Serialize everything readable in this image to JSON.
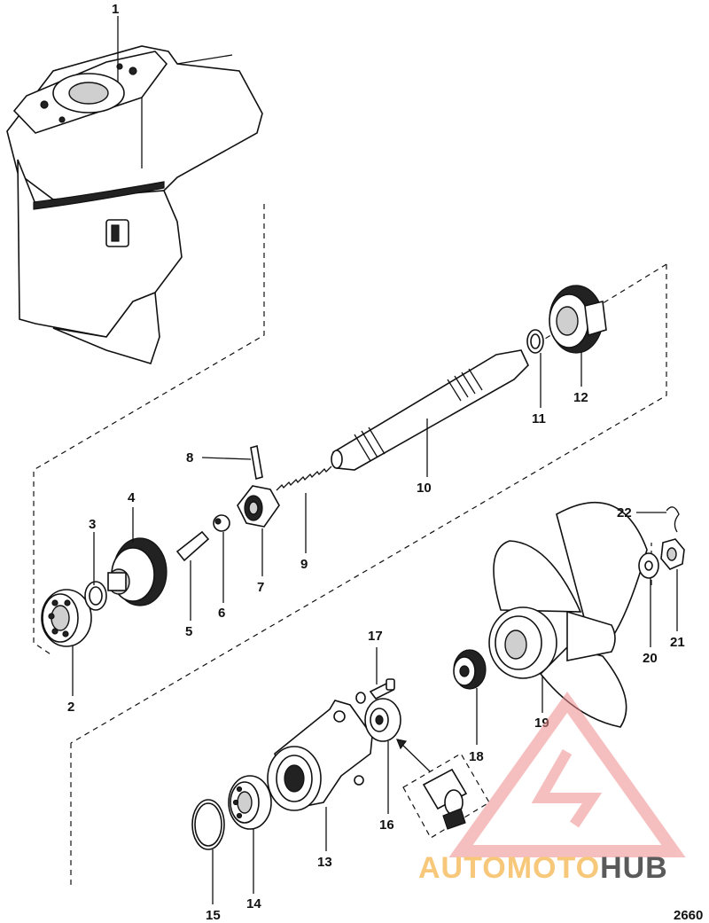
{
  "diagram": {
    "figure_number": "2660",
    "callouts": [
      "1",
      "2",
      "3",
      "4",
      "5",
      "6",
      "7",
      "8",
      "9",
      "10",
      "11",
      "12",
      "13",
      "14",
      "15",
      "16",
      "17",
      "18",
      "19",
      "20",
      "21",
      "22"
    ]
  },
  "watermark": {
    "text_part1": "AUTOMOTO",
    "text_part2": "HUB",
    "color_light": "#f7c77a",
    "color_dark": "#5a5a5a",
    "logo_color": "#f08c8c"
  }
}
